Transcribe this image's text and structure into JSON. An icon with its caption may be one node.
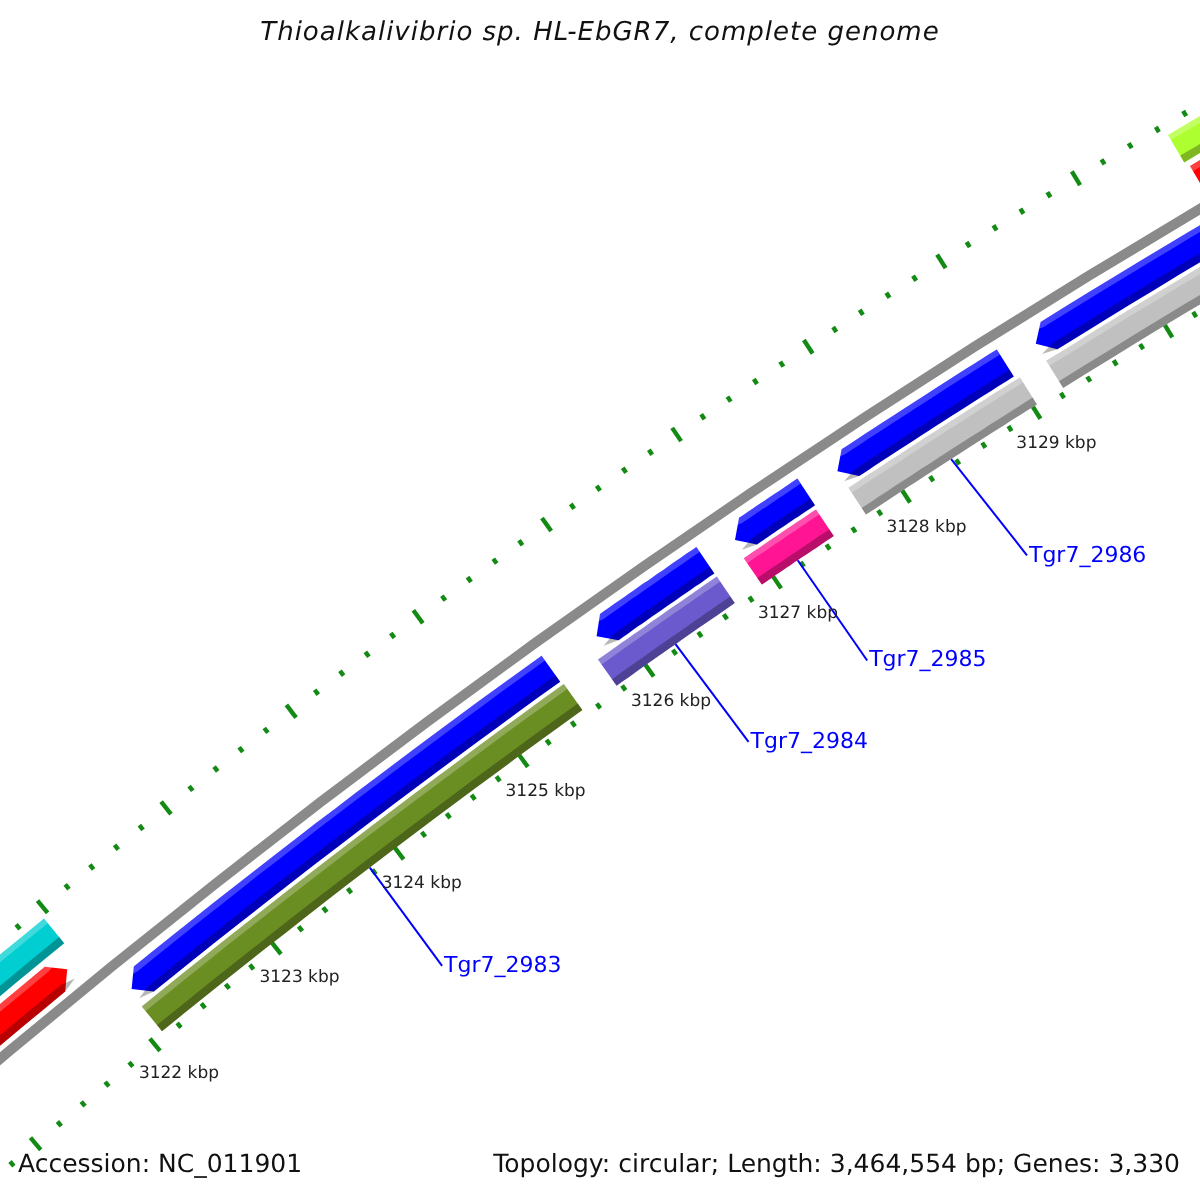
{
  "diagram": {
    "title": "Thioalkalivibrio sp. HL-EbGR7, complete genome",
    "nodes": [
      {
        "text": [
          "Tgr7_2983"
        ]
      },
      {
        "text": [
          "Tgr7_2984"
        ]
      },
      {
        "text": [
          "Tgr7_2985"
        ]
      },
      {
        "text": [
          "Tgr7_2986"
        ]
      },
      {
        "text": [],
        "shape": "bar"
      },
      {
        "text": [],
        "shape": "bar"
      },
      {
        "text": [],
        "shape": "bar"
      },
      {
        "text": [],
        "shape": "bar"
      }
    ],
    "edges": [
      {
        "from": 0,
        "to": 4,
        "arrow": "none"
      },
      {
        "from": 1,
        "to": 5,
        "arrow": "none"
      },
      {
        "from": 2,
        "to": 6,
        "arrow": "none"
      },
      {
        "from": 3,
        "to": 7,
        "arrow": "none"
      }
    ],
    "labels": [
      "3122 kbp",
      "3123 kbp",
      "3124 kbp",
      "3125 kbp",
      "3126 kbp",
      "3127 kbp",
      "3128 kbp",
      "3129 kbp",
      "Accession: NC_011901",
      "Topology: circular; Length: 3,464,554 bp; Genes: 3,330"
    ]
  }
}
